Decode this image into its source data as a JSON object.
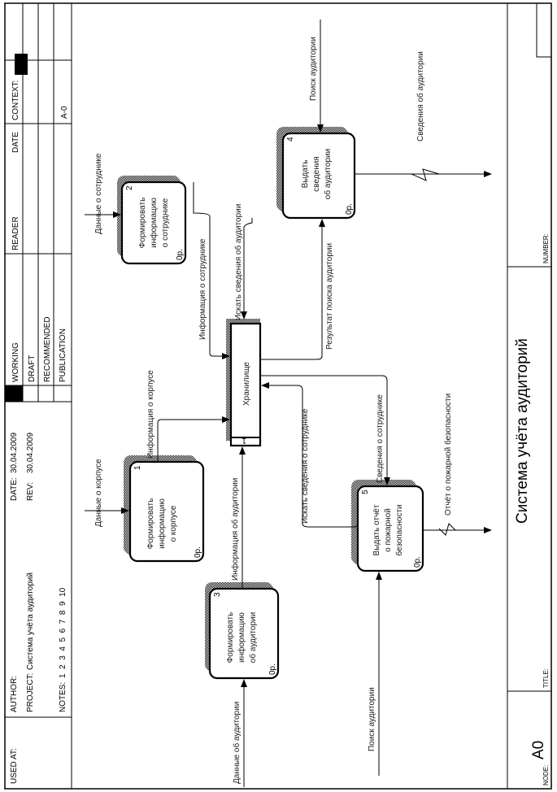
{
  "frame": {
    "used_at_label": "USED AT:",
    "author_label": "AUTHOR:",
    "project_label": "PROJECT:",
    "project_value": "Система учёта аудиторий",
    "notes_label": "NOTES:",
    "notes_numbers": "1  2  3  4  5  6  7  8  9  10",
    "date_label": "DATE:",
    "date_value": "30.04.2009",
    "rev_label": "REV:",
    "rev_value": "30.04.2009",
    "status": [
      "WORKING",
      "DRAFT",
      "RECOMMENDED",
      "PUBLICATION"
    ],
    "status_selected": "WORKING",
    "reader_label": "READER",
    "date_col_label": "DATE",
    "context_label": "CONTEXT:",
    "context_node": "A-0",
    "node_label": "NODE:",
    "node_value": "A0",
    "title_label": "TITLE:",
    "title_value": "Система учёта аудиторий",
    "number_label": "NUMBER:"
  },
  "activities": [
    {
      "number": "1",
      "cost": "0р.",
      "text": [
        "Формировать",
        "информацию",
        "о корпусе"
      ]
    },
    {
      "number": "2",
      "cost": "0р.",
      "text": [
        "Формировать",
        "информацию",
        "о сотруднике"
      ]
    },
    {
      "number": "3",
      "cost": "0р.",
      "text": [
        "Формировать",
        "информацию",
        "об аудитории"
      ]
    },
    {
      "number": "4",
      "cost": "0р.",
      "text": [
        "Выдать",
        "сведения",
        "об аудитории"
      ]
    },
    {
      "number": "5",
      "cost": "0р.",
      "text": [
        "Выдать отчёт",
        "о пожарной",
        "безопасности"
      ]
    }
  ],
  "datastore": {
    "number": "1",
    "label": "Хранилище"
  },
  "arrows": {
    "data_korpus": "Данные о корпусе",
    "data_sotrudnik": "Данные о сотруднике",
    "data_auditoria": "Данные об аудитории",
    "info_korpus": "Информация о корпусе",
    "info_sotrudnik": "Информация о сотруднике",
    "info_auditoria": "Информация об аудитории",
    "search_aud_top": "Поиск аудитории",
    "search_aud_bottom": "Поиск аудитории",
    "iskat_aud": "Искать сведения об аудитории",
    "result_search": "Результат поиска аудитории",
    "iskat_sotr": "Искать сведения о сотруднике",
    "svedenia_sotr": "Сведения о сотруднике",
    "svedenia_aud": "Сведения об аудитории",
    "otchet": "Отчёт о пожарной безопасности"
  }
}
